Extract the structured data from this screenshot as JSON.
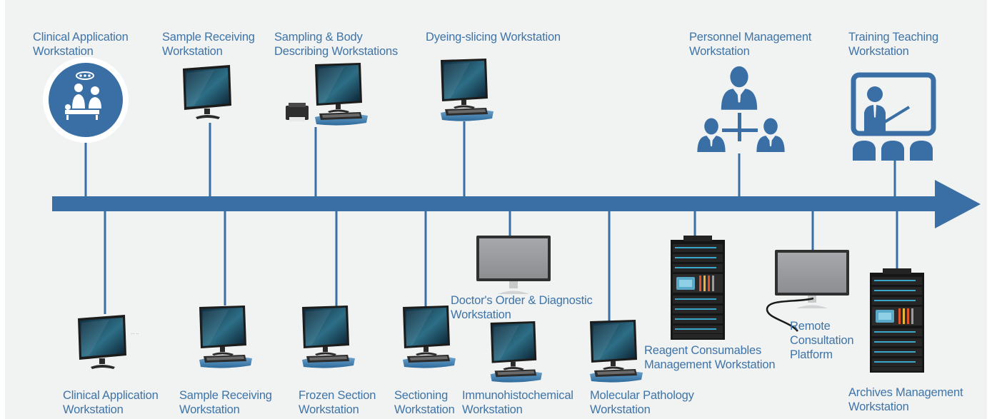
{
  "colors": {
    "accent": "#3a6fa5",
    "background": "#f1f2f2",
    "label_text": "#3e74a7"
  },
  "top_nodes": [
    {
      "lines": [
        "Clinical Application",
        "Workstation"
      ],
      "icon": "doctor-patient-icon"
    },
    {
      "lines": [
        "Sample Receiving",
        "Workstation"
      ],
      "icon": "computer-monitor-icon"
    },
    {
      "lines": [
        "Sampling & Body",
        "Describing Workstations"
      ],
      "icon": "computer-with-printer-icon"
    },
    {
      "lines": [
        "Dyeing-slicing Workstation"
      ],
      "icon": "computer-keyboard-icon"
    },
    {
      "lines": [
        "Personnel Management",
        "Workstation"
      ],
      "icon": "org-chart-people-icon"
    },
    {
      "lines": [
        "Training Teaching",
        "Workstation"
      ],
      "icon": "teacher-board-icon"
    }
  ],
  "bottom_nodes": [
    {
      "lines": [
        "Clinical Application",
        "Workstation"
      ],
      "icon": "computer-monitor-icon"
    },
    {
      "lines": [
        "Sample Receiving",
        "Workstation"
      ],
      "icon": "computer-keyboard-icon"
    },
    {
      "lines": [
        "Frozen Section",
        "Workstation"
      ],
      "icon": "computer-keyboard-icon"
    },
    {
      "lines": [
        "Sectioning",
        "Workstation"
      ],
      "icon": "computer-keyboard-icon"
    },
    {
      "lines": [
        "Doctor's Order & Diagnostic",
        "Workstation"
      ],
      "icon": "display-monitor-icon"
    },
    {
      "lines": [
        "Immunohistochemical",
        "Workstation"
      ],
      "icon": "computer-keyboard-icon"
    },
    {
      "lines": [
        "Molecular Pathology",
        "Workstation"
      ],
      "icon": "computer-keyboard-icon"
    },
    {
      "lines": [
        "Reagent Consumables",
        "Management Workstation"
      ],
      "icon": "server-rack-icon"
    },
    {
      "lines": [
        "Remote",
        "Consultation",
        "Platform"
      ],
      "icon": "display-monitor-icon"
    },
    {
      "lines": [
        "Archives Management",
        "Workstation"
      ],
      "icon": "server-rack-icon"
    }
  ]
}
